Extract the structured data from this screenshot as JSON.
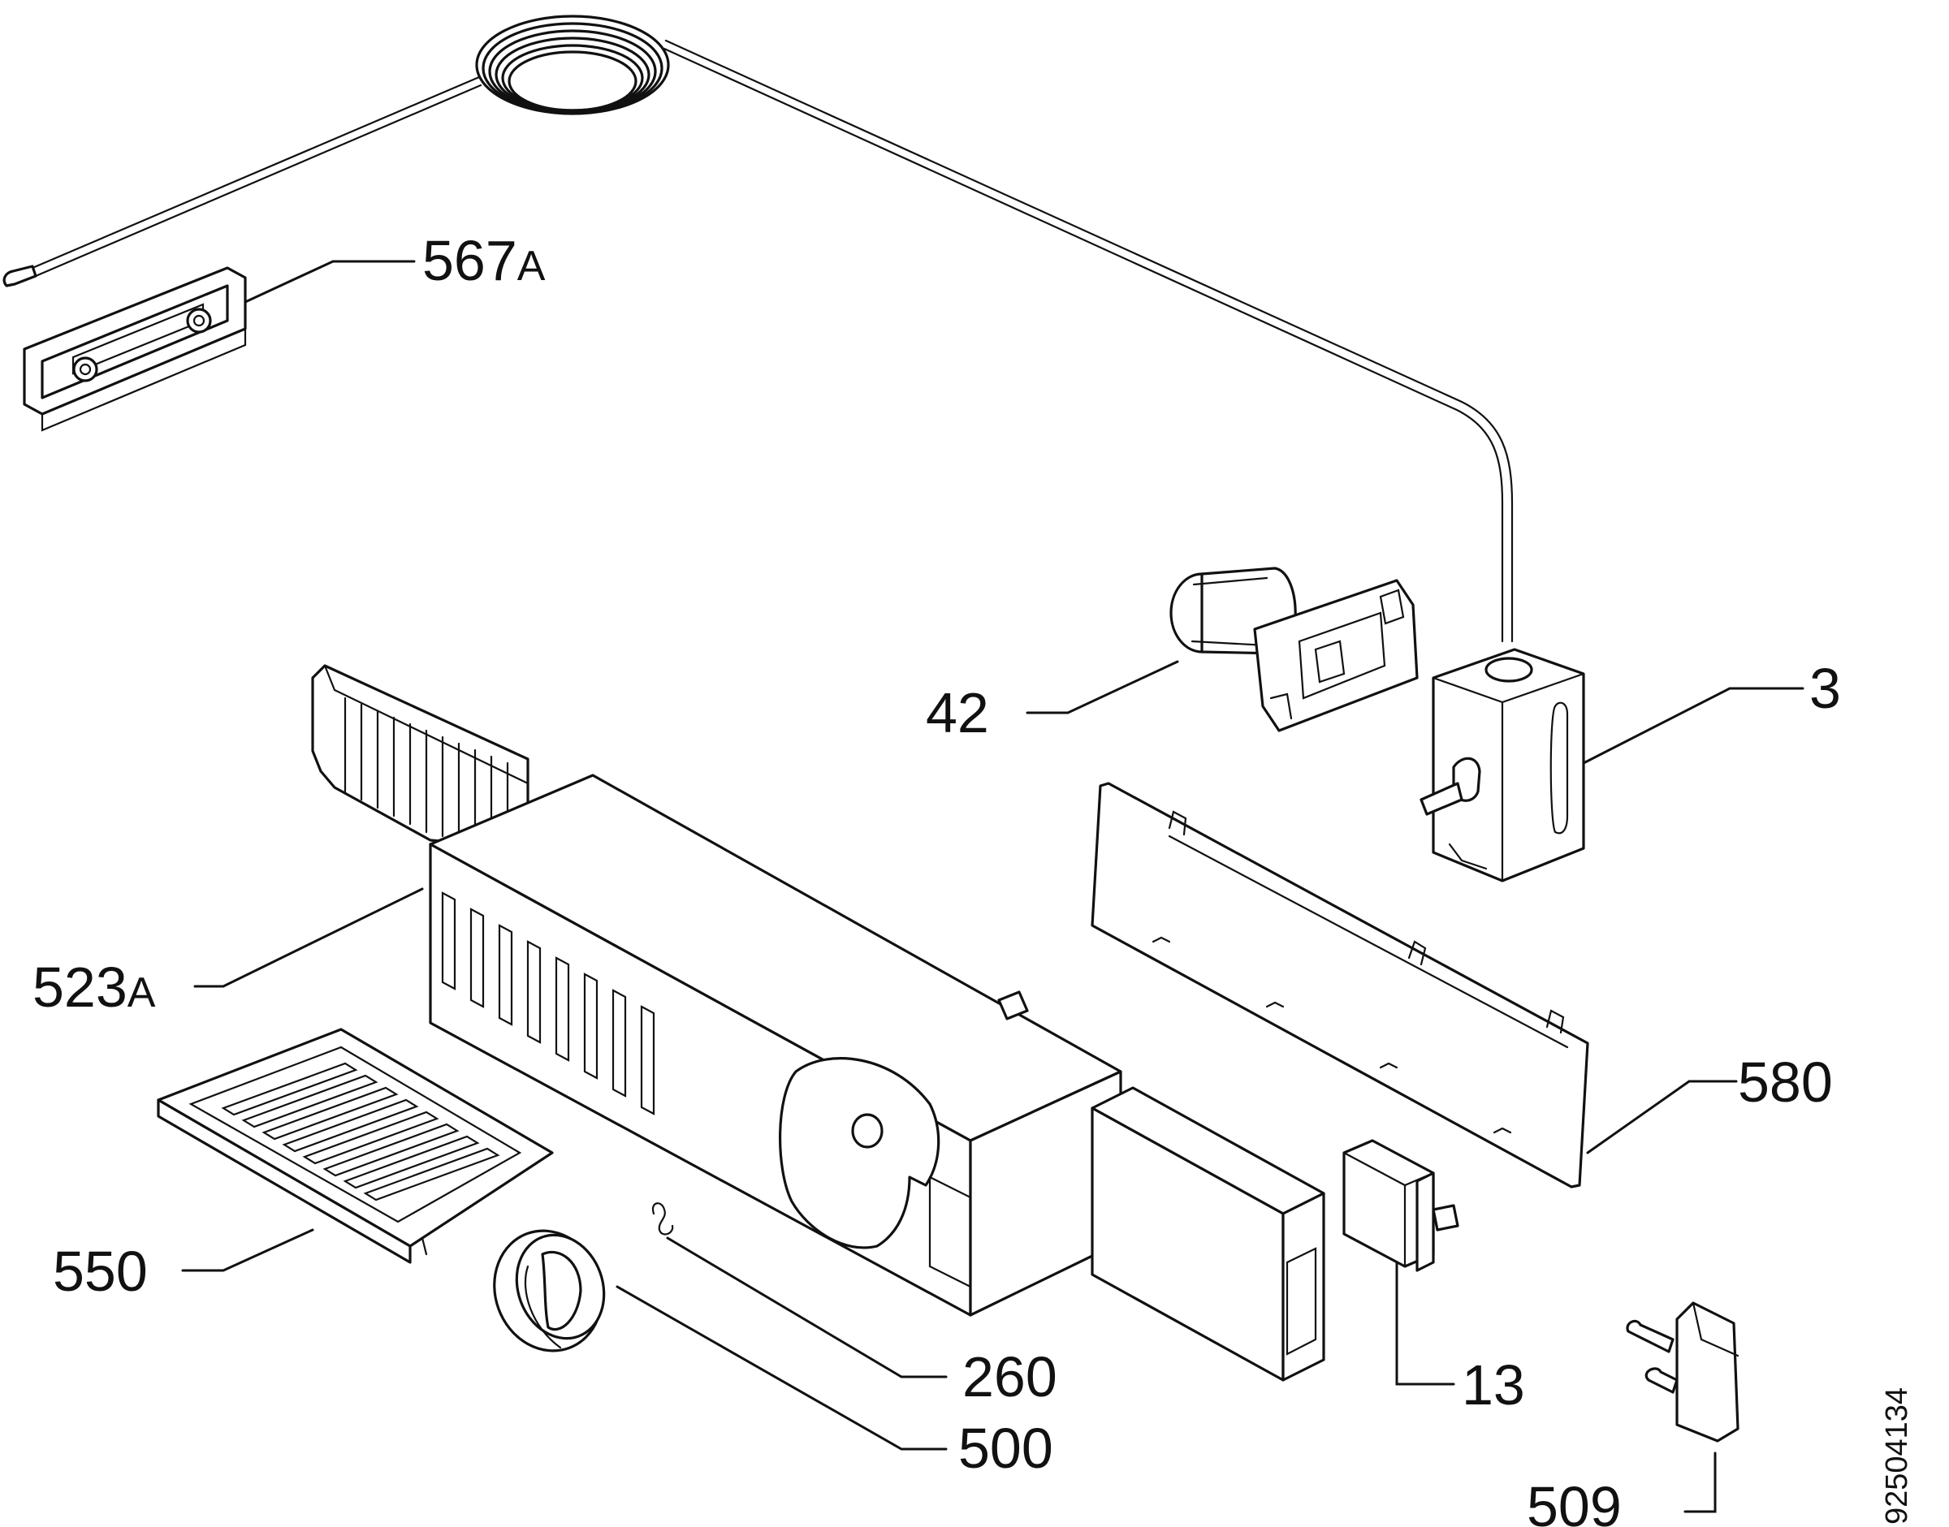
{
  "callouts": {
    "c567a": {
      "number": "567",
      "suffix": "A"
    },
    "c42": {
      "number": "42"
    },
    "c3": {
      "number": "3"
    },
    "c523a": {
      "number": "523",
      "suffix": "A"
    },
    "c580": {
      "number": "580"
    },
    "c550": {
      "number": "550"
    },
    "c260": {
      "number": "260"
    },
    "c500": {
      "number": "500"
    },
    "c13": {
      "number": "13"
    },
    "c509": {
      "number": "509"
    }
  },
  "document_number": "92504134",
  "colors": {
    "line": "#111111",
    "background": "#ffffff"
  }
}
